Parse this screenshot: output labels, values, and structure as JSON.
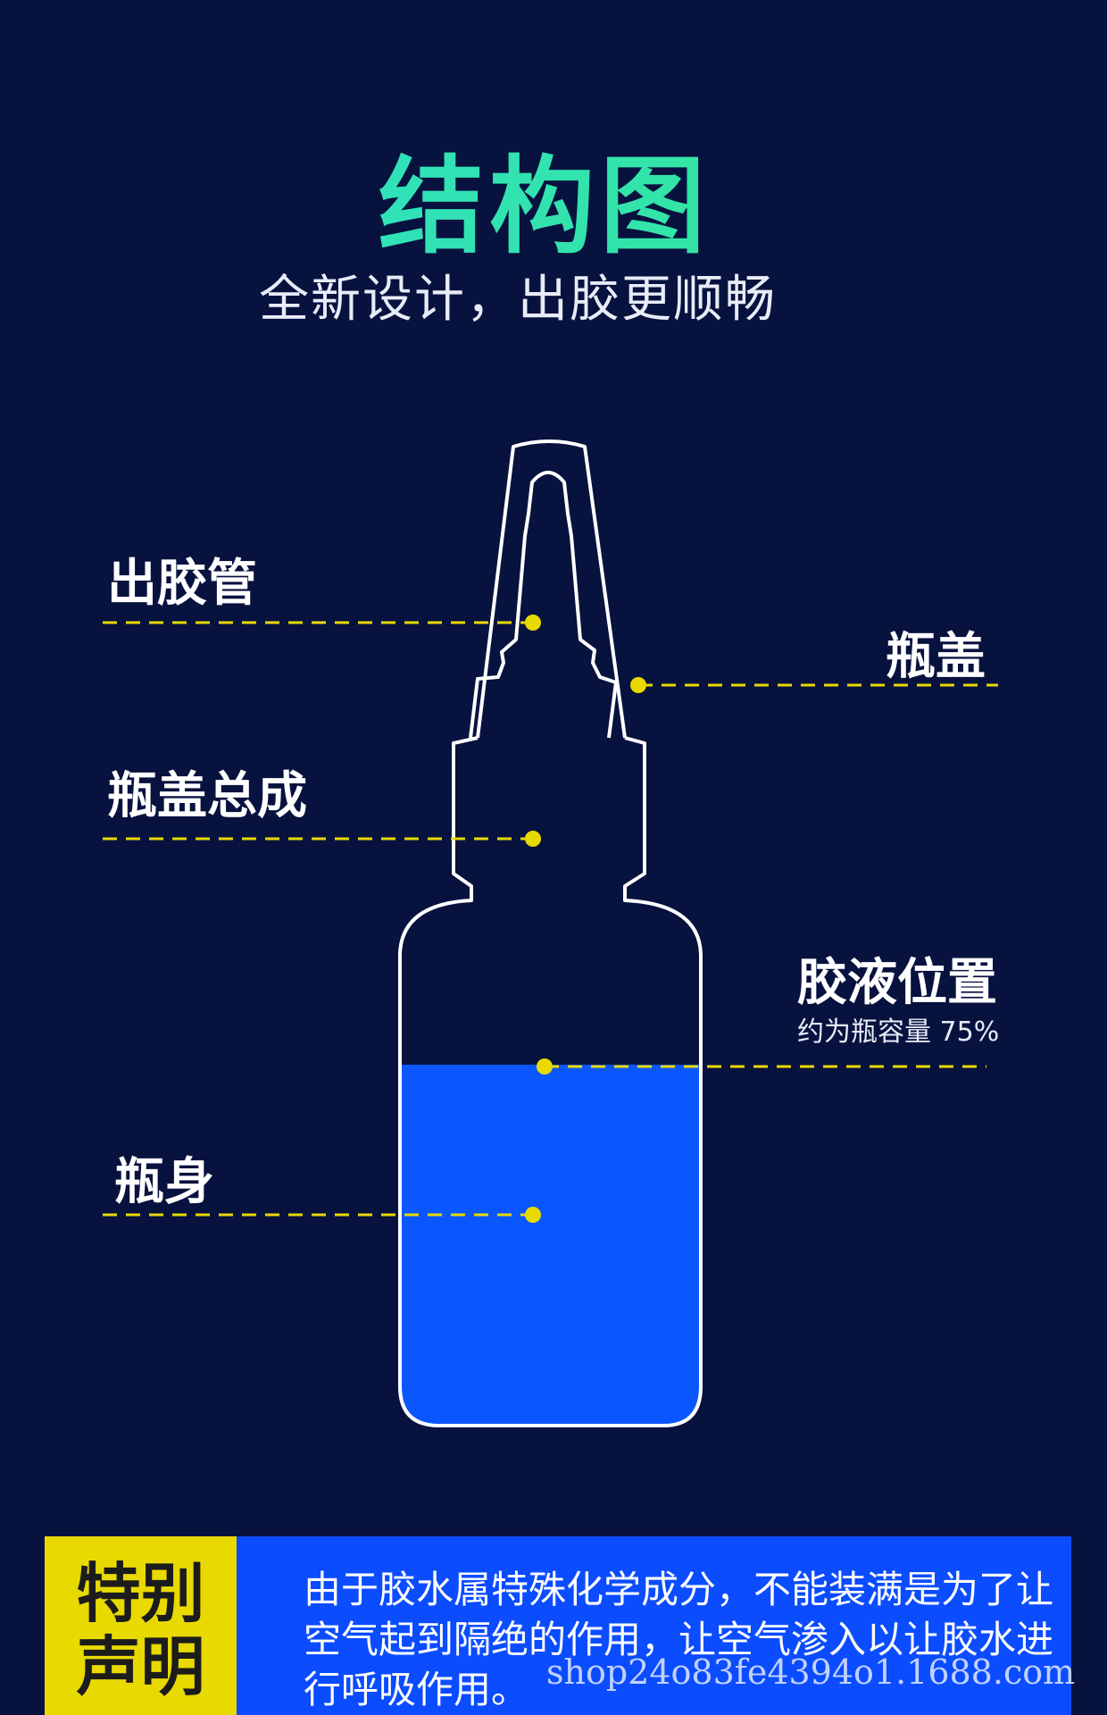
{
  "header": {
    "title": "结构图",
    "subtitle": "全新设计，出胶更顺畅"
  },
  "labels": {
    "nozzle": "出胶管",
    "cap": "瓶盖",
    "cap_assembly": "瓶盖总成",
    "glue_level": "胶液位置",
    "glue_level_note": "约为瓶容量 75%",
    "body": "瓶身"
  },
  "fill_level_fraction": 0.75,
  "colors": {
    "background": "#08123f",
    "liquid": "#0b57ff",
    "leader_line": "#e8d900",
    "outline": "#ffffff"
  },
  "notice": {
    "heading": "特别声明",
    "text": "由于胶水属特殊化学成分，不能装满是为了让空气起到隔绝的作用，让空气渗入以让胶水进行呼吸作用。"
  },
  "watermark": "shop24o83fe4394o1.1688.com"
}
